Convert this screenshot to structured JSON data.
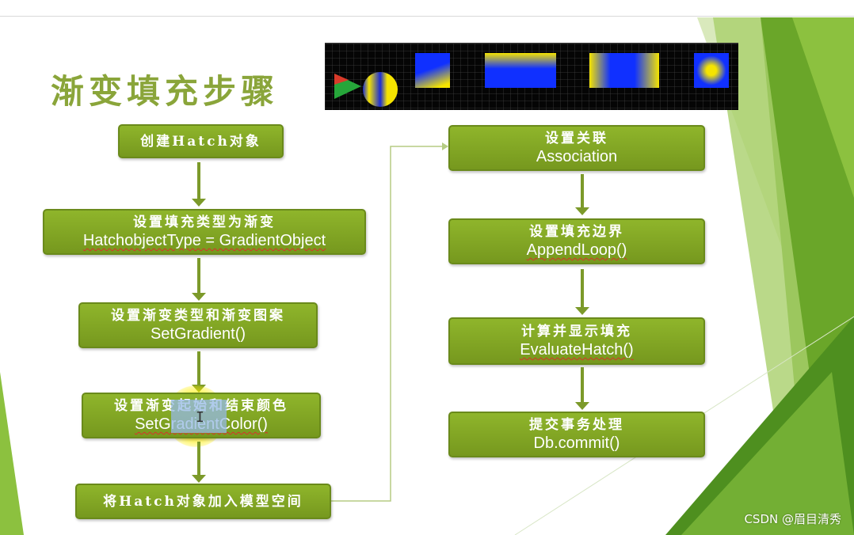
{
  "title": "渐变填充步骤",
  "left_steps": [
    {
      "cn": "创建Hatch对象",
      "en": ""
    },
    {
      "cn": "设置填充类型为渐变",
      "en": "HatchobjectType = GradientObject"
    },
    {
      "cn": "设置渐变类型和渐变图案",
      "en": "SetGradient()"
    },
    {
      "cn": "设置渐变起始和结束颜色",
      "en": "SetGradientColor()"
    },
    {
      "cn": "将Hatch对象加入模型空间",
      "en": ""
    }
  ],
  "right_steps": [
    {
      "cn": "设置关联",
      "en": "Association"
    },
    {
      "cn": "设置填充边界",
      "en": "AppendLoop()"
    },
    {
      "cn": "计算并显示填充",
      "en": "EvaluateHatch()"
    },
    {
      "cn": "提交事务处理",
      "en": "Db.commit()"
    }
  ],
  "watermark": "CSDN @眉目清秀",
  "colors": {
    "box": "#84a826",
    "accent": "#8aa53a",
    "banner_blue": "#1030ff",
    "banner_yellow": "#f5e400"
  }
}
